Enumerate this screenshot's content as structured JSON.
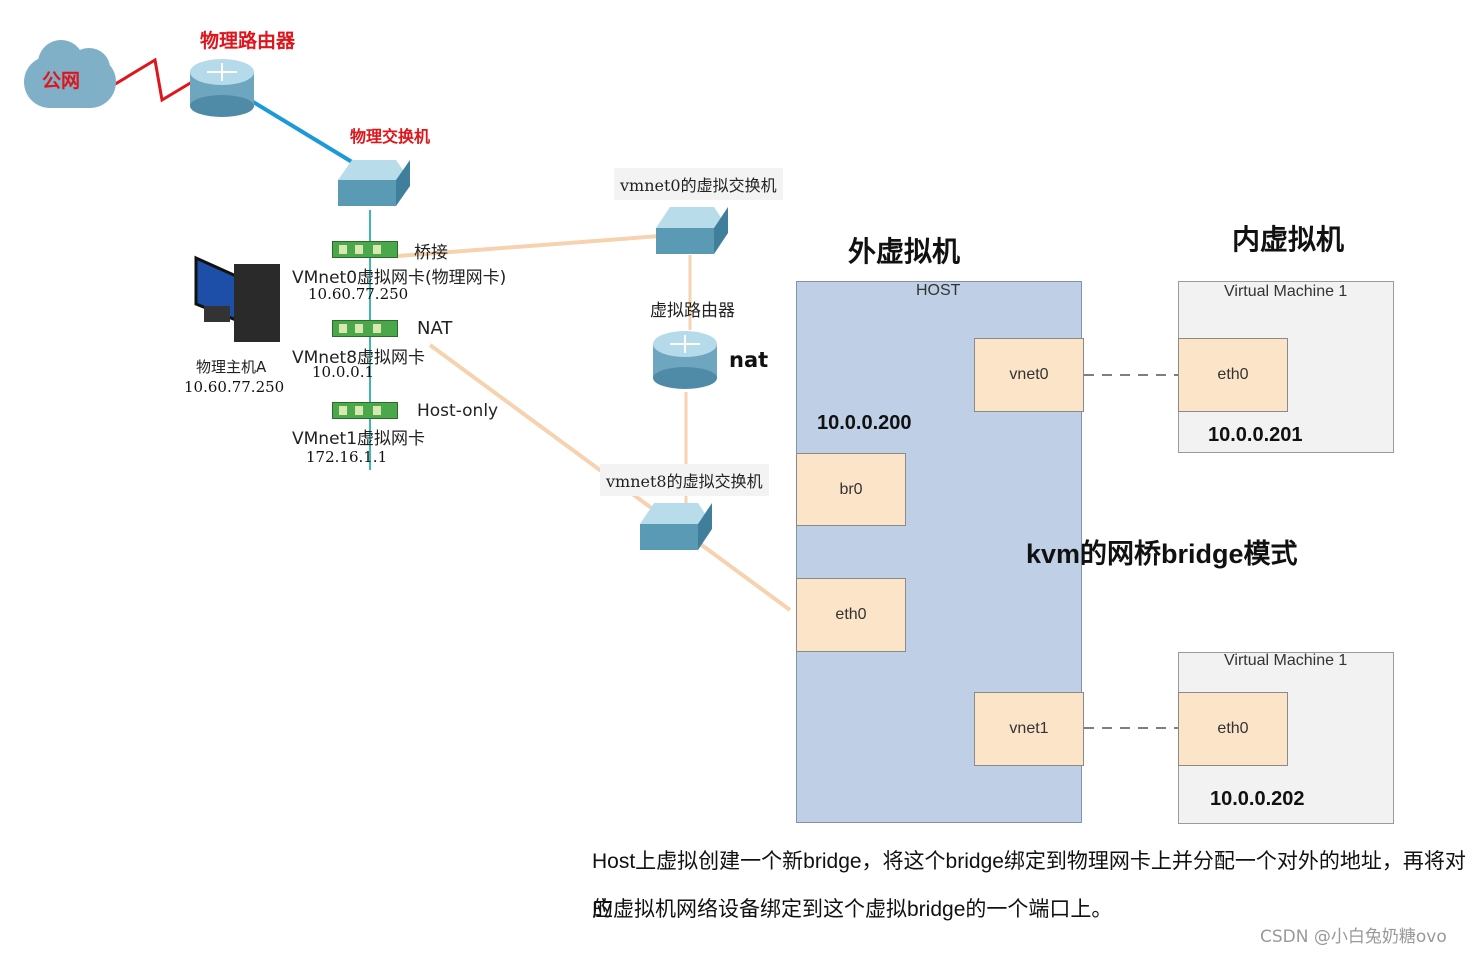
{
  "left_diagram": {
    "public_net": "公网",
    "physical_router": "物理路由器",
    "physical_switch": "物理交换机",
    "host_a": {
      "name": "物理主机A",
      "ip": "10.60.77.250"
    },
    "adapters": [
      {
        "mode": "桥接",
        "name": "VMnet0虚拟网卡(物理网卡)",
        "ip": "10.60.77.250"
      },
      {
        "mode": "NAT",
        "name": "VMnet8虚拟网卡",
        "ip": "10.0.0.1"
      },
      {
        "mode": "Host-only",
        "name": "VMnet1虚拟网卡",
        "ip": "172.16.1.1"
      }
    ],
    "vmnet0_switch": "vmnet0的虚拟交换机",
    "virtual_router": "虚拟路由器",
    "nat": "nat",
    "vmnet8_switch": "vmnet8的虚拟交换机"
  },
  "right_diagram": {
    "outer_vm_title": "外虚拟机",
    "inner_vm_title": "内虚拟机",
    "host_label": "HOST",
    "host_ip": "10.0.0.200",
    "ports": {
      "br0": "br0",
      "eth0": "eth0",
      "vnet0": "vnet0",
      "vnet1": "vnet1"
    },
    "vm1": {
      "title": "Virtual Machine 1",
      "nic": "eth0",
      "ip": "10.0.0.201"
    },
    "vm2": {
      "title": "Virtual Machine 1",
      "nic": "eth0",
      "ip": "10.0.0.202"
    },
    "mode_title": "kvm的网桥bridge模式"
  },
  "caption": {
    "line1": "Host上虚拟创建一个新bridge，将这个bridge绑定到物理网卡上并分配一个对外的地址，再将对应",
    "line2": "的虚拟机网络设备绑定到这个虚拟bridge的一个端口上。"
  },
  "watermark": "CSDN @小白兔奶糖ovo",
  "colors": {
    "host_fill": "#bfd0e6",
    "port_fill": "#fce4c8",
    "label_red": "#e0141b",
    "link_blue": "#1a9ad6",
    "link_peach": "#f7d2b0"
  }
}
